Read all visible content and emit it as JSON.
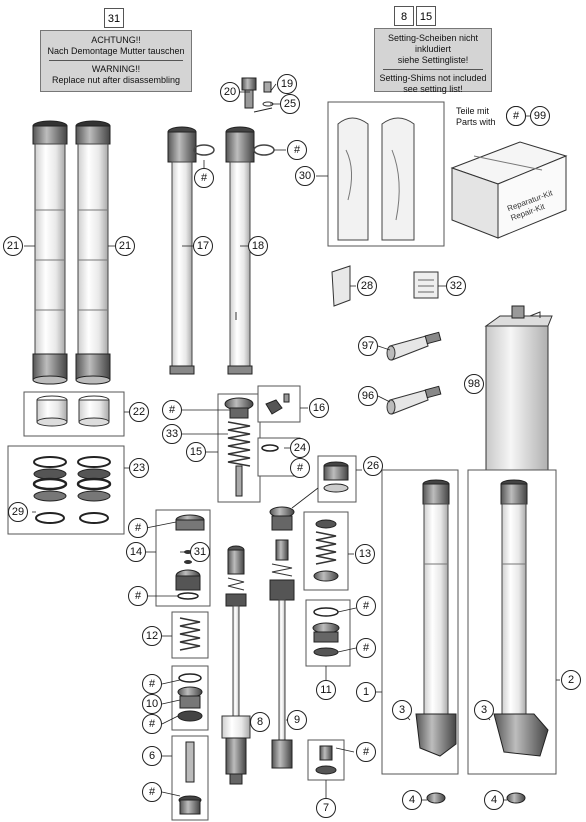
{
  "notes": {
    "nut": {
      "id": "31",
      "line1": "ACHTUNG!!",
      "line2": "Nach Demontage Mutter tauschen",
      "line3": "WARNING!!",
      "line4": "Replace nut after disassembling"
    },
    "shims": {
      "id1": "8",
      "id2": "15",
      "line1": "Setting-Scheiben nicht inkludiert",
      "line2": "siehe Settingliste!",
      "line3": "Setting-Shims not included",
      "line4": "see setting list!"
    }
  },
  "legend": {
    "line1": "Teile mit",
    "line2": "Parts with",
    "hash": "#",
    "kit": "99"
  },
  "box_text": {
    "line1": "Reparatur-Kit",
    "line2": "Repair-Kit"
  },
  "callouts": {
    "c19": "19",
    "c20": "20",
    "c25": "25",
    "c21a": "21",
    "c21b": "21",
    "c17": "17",
    "c18": "18",
    "c30": "30",
    "c28": "28",
    "c32": "32",
    "c97": "97",
    "c96": "96",
    "c98": "98",
    "c22": "22",
    "c16": "16",
    "c33": "33",
    "c15": "15",
    "c24": "24",
    "c23": "23",
    "c29": "29",
    "c26": "26",
    "c14": "14",
    "c31": "31",
    "c13": "13",
    "c12": "12",
    "c11": "11",
    "c10": "10",
    "c8": "8",
    "c9": "9",
    "c6": "6",
    "c7": "7",
    "c1": "1",
    "c2": "2",
    "c3a": "3",
    "c3b": "3",
    "c4a": "4",
    "c4b": "4"
  },
  "hash_label": "#"
}
